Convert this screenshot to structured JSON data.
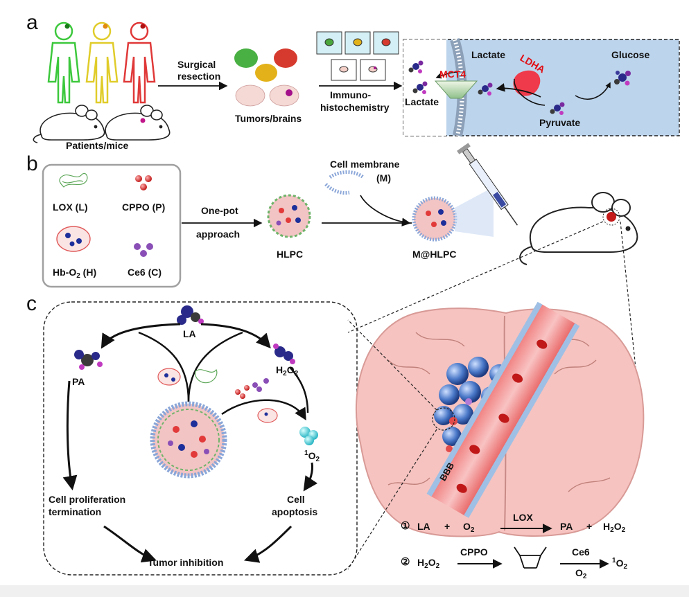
{
  "panels": {
    "a": "a",
    "b": "b",
    "c": "c"
  },
  "panel_a": {
    "patients_mice": "Patients/mice",
    "surgical": "Surgical",
    "resection": "resection",
    "tumors_brains": "Tumors/brains",
    "immuno": "Immuno-",
    "histochemistry": "histochemistry",
    "lactate_right": "Lactate",
    "lactate_left": "Lactate",
    "mct4": "MCT4",
    "ldha": "LDHA",
    "glucose": "Glucose",
    "pyruvate": "Pyruvate"
  },
  "panel_b": {
    "lox": "LOX (L)",
    "cppo": "CPPO (P)",
    "hb_main": "Hb-O",
    "hb_sub": "2",
    "hb_tail": " (H)",
    "ce6": "Ce6 (C)",
    "one_pot": "One-pot",
    "approach": "approach",
    "hlpc": "HLPC",
    "cell_membrane": "Cell membrane",
    "m": "(M)",
    "m_hlpc": "M@HLPC"
  },
  "panel_c": {
    "la": "LA",
    "pa": "PA",
    "h2o2_h": "H",
    "h2o2_2a": "2",
    "h2o2_o": "O",
    "h2o2_2b": "2",
    "singlet_sup": "1",
    "singlet_o": "O",
    "singlet_sub": "2",
    "cell_prolif": "Cell proliferation",
    "termination": "termination",
    "cell": "Cell",
    "apoptosis": "apoptosis",
    "tumor_inhibition": "Tumor inhibition",
    "bbb": "BBB"
  },
  "equations": {
    "eq1_num": "①",
    "eq1_la": "LA",
    "eq1_plus1": "+",
    "eq1_o2": "O",
    "eq1_o2_sub": "2",
    "eq1_enzyme": "LOX",
    "eq1_pa": "PA",
    "eq1_plus2": "+",
    "eq1_h2o2": "H",
    "eq1_h2o2_2a": "2",
    "eq1_h2o2_o": "O",
    "eq1_h2o2_2b": "2",
    "eq2_num": "②",
    "eq2_h2o2": "H",
    "eq2_h2o2_2a": "2",
    "eq2_h2o2_o": "O",
    "eq2_h2o2_2b": "2",
    "eq2_cppo": "CPPO",
    "eq2_ce6": "Ce6",
    "eq2_o2": "O",
    "eq2_o2_sub": "2",
    "eq2_prod_sup": "1",
    "eq2_prod_o": "O",
    "eq2_prod_sub": "2"
  },
  "colors": {
    "person_green": "#3cc83c",
    "person_yellow": "#e8d62a",
    "person_red": "#e03838",
    "cell_bg": "#bcd4ec",
    "brain_fill": "#f6c3c0",
    "vessel_red": "#d93a3a",
    "label_red": "#e10d12"
  },
  "icons": [
    "syringe-icon",
    "mouse-icon",
    "brain-icon",
    "membrane-icon",
    "nanoparticle-icon",
    "molecule-icon"
  ]
}
